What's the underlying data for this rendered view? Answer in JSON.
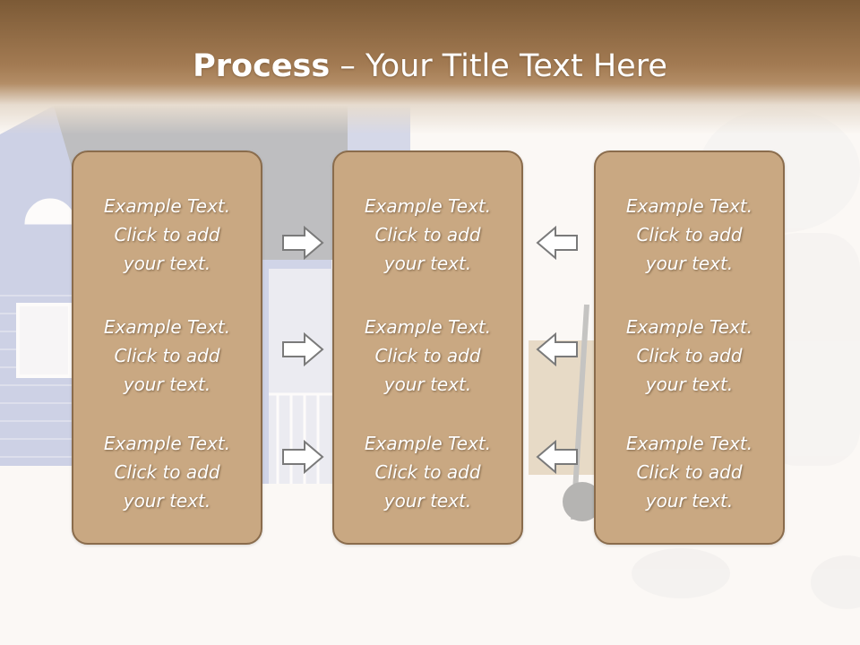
{
  "slide": {
    "title_bold": "Process",
    "title_rest": " – Your Title Text Here"
  },
  "panels": [
    {
      "blocks": [
        {
          "line1": "Example Text.",
          "line2": "Click  to add",
          "line3": "your text."
        },
        {
          "line1": "Example Text.",
          "line2": "Click  to add",
          "line3": "your text."
        },
        {
          "line1": "Example Text.",
          "line2": "Click  to add",
          "line3": "your text."
        }
      ]
    },
    {
      "blocks": [
        {
          "line1": "Example Text.",
          "line2": "Click  to add",
          "line3": "your text."
        },
        {
          "line1": "Example Text.",
          "line2": "Click  to add",
          "line3": "your text."
        },
        {
          "line1": "Example Text.",
          "line2": "Click  to add",
          "line3": "your text."
        }
      ]
    },
    {
      "blocks": [
        {
          "line1": "Example Text.",
          "line2": "Click  to add",
          "line3": "your text."
        },
        {
          "line1": "Example Text.",
          "line2": "Click  to add",
          "line3": "your text."
        },
        {
          "line1": "Example Text.",
          "line2": "Click  to add",
          "line3": "your text."
        }
      ]
    }
  ],
  "arrows": {
    "left_group": [
      "right-arrow",
      "right-arrow",
      "right-arrow"
    ],
    "right_group": [
      "left-arrow",
      "left-arrow",
      "left-arrow"
    ]
  },
  "colors": {
    "header_dark": "#7c5a36",
    "panel_fill": "#c9a882",
    "panel_border": "#8a6c4c",
    "text": "#ffffff"
  }
}
